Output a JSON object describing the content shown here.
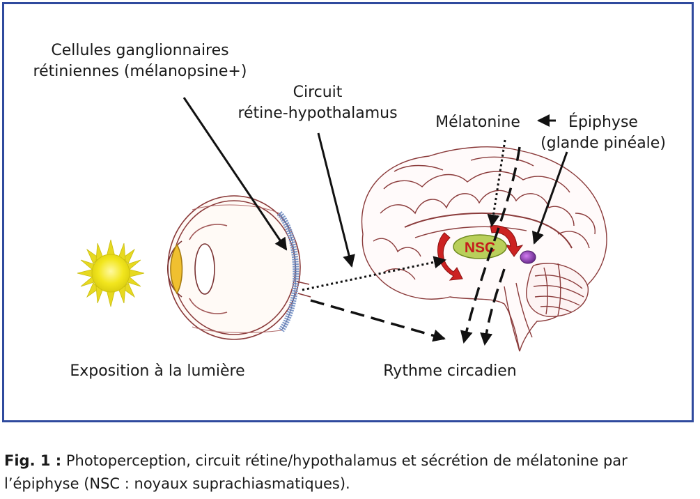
{
  "figure": {
    "border_color": "#2f4a9e",
    "labels": {
      "ganglion_line1": "Cellules ganglionnaires",
      "ganglion_line2": "rétiniennes (mélanopsine+)",
      "circuit_line1": "Circuit",
      "circuit_line2": "rétine-hypothalamus",
      "melatonine": "Mélatonine",
      "epiphyse_line1": "Épiphyse",
      "epiphyse_line2": "(glande pinéale)",
      "nsc": "NSC",
      "exposition": "Exposition à la lumière",
      "rythme": "Rythme circadien"
    },
    "icons": [
      "sun-icon",
      "eye-icon",
      "brain-icon"
    ],
    "colors": {
      "sun": "#f2e61e",
      "sun_rays": "#e7d920",
      "lens": "#f0c030",
      "retina": "#9fb6d8",
      "nsc_fill": "#b9cf5a",
      "nsc_text": "#c41c1c",
      "red_arrow": "#cc2222",
      "pineal": "#8a3fb4"
    }
  },
  "caption": {
    "lead": "Fig. 1 :",
    "text": " Photoperception, circuit rétine/hypothalamus et sécrétion de mélatonine par l’épiphyse (NSC : noyaux suprachiasmatiques)."
  }
}
